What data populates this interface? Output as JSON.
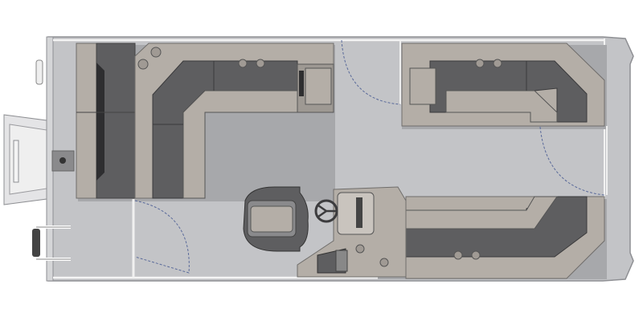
{
  "diagram": {
    "type": "pontoon boat floor plan",
    "colors": {
      "deck": "#c3c4c7",
      "outline": "#8e8f93",
      "cushion_light": "#b4aea7",
      "cushion_dark": "#5e5e60",
      "shadow": "#a7a8ab",
      "platform": "#e4e4e6",
      "door_dash": "#5a6a9a"
    },
    "elements": [
      "rear-bench",
      "aft-l-lounge",
      "front-upper-lounge",
      "front-lower-lounge",
      "captain-chair",
      "helm-console",
      "steering-wheel",
      "boarding-ladder",
      "stern-gate",
      "bow-gate",
      "cup-holders"
    ]
  }
}
